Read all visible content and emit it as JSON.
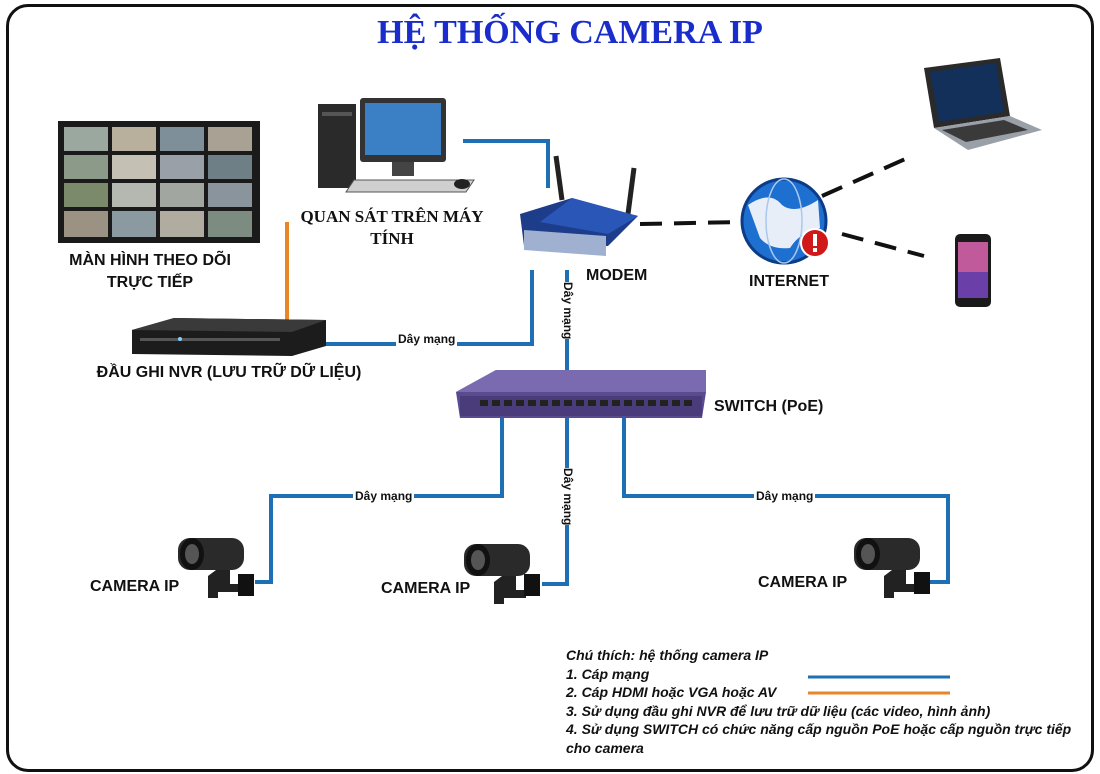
{
  "title": "HỆ THỐNG CAMERA IP",
  "labels": {
    "monitor": "MÀN HÌNH THEO DÕI\nTRỰC TIẾP",
    "pc": "QUAN SÁT TRÊN MÁY\nTÍNH",
    "modem": "MODEM",
    "internet": "INTERNET",
    "nvr": "ĐẦU GHI NVR (LƯU TRỮ DỮ LIỆU)",
    "switch": "SWITCH (PoE)",
    "camera": "CAMERA IP"
  },
  "wire_label": "Dây mạng",
  "legend": {
    "heading": "Chú thích: hệ thống camera IP",
    "items": [
      "1. Cáp mạng",
      "2. Cáp HDMI hoặc VGA hoặc AV",
      "3. Sử dụng đầu ghi NVR để lưu trữ dữ liệu (các video, hình ảnh)",
      "4. Sử dụng SWITCH có chức năng cấp nguồn PoE hoặc cấp nguồn trực tiếp cho camera"
    ]
  },
  "colors": {
    "title": "#1a2ccc",
    "network_cable": "#1f6fb5",
    "hdmi_cable": "#e8862a"
  }
}
